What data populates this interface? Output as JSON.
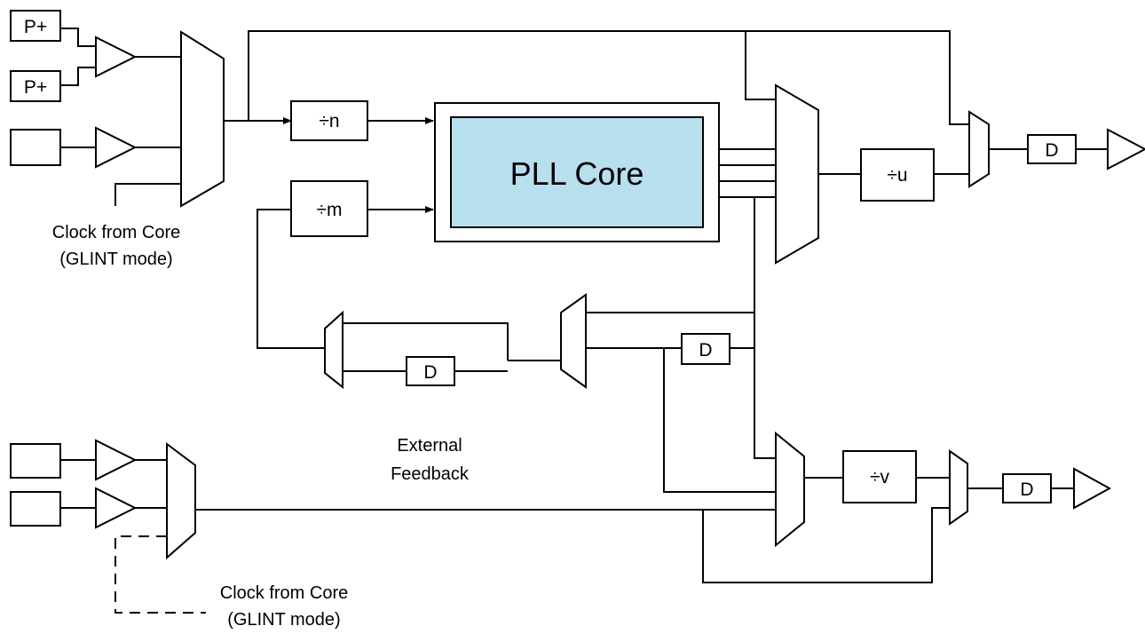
{
  "colors": {
    "line": "#000000",
    "core_fill": "#b7dfee",
    "background": "#ffffff"
  },
  "pads": {
    "p_plus_1": "P+",
    "p_plus_2": "P+",
    "pad_3": "",
    "pad_4": "",
    "pad_5": ""
  },
  "dividers": {
    "n": "÷n",
    "m": "÷m",
    "u": "÷u",
    "v": "÷v"
  },
  "pll_core": "PLL Core",
  "delays": {
    "d_top_out": "D",
    "d_feedback": "D",
    "d_mid": "D",
    "d_bottom_out": "D"
  },
  "labels": {
    "clock_from_core_top_line1": "Clock from Core",
    "clock_from_core_top_line2": "(GLINT mode)",
    "external_feedback_line1": "External",
    "external_feedback_line2": "Feedback",
    "clock_from_core_bottom_line1": "Clock from Core",
    "clock_from_core_bottom_line2": "(GLINT mode)"
  }
}
